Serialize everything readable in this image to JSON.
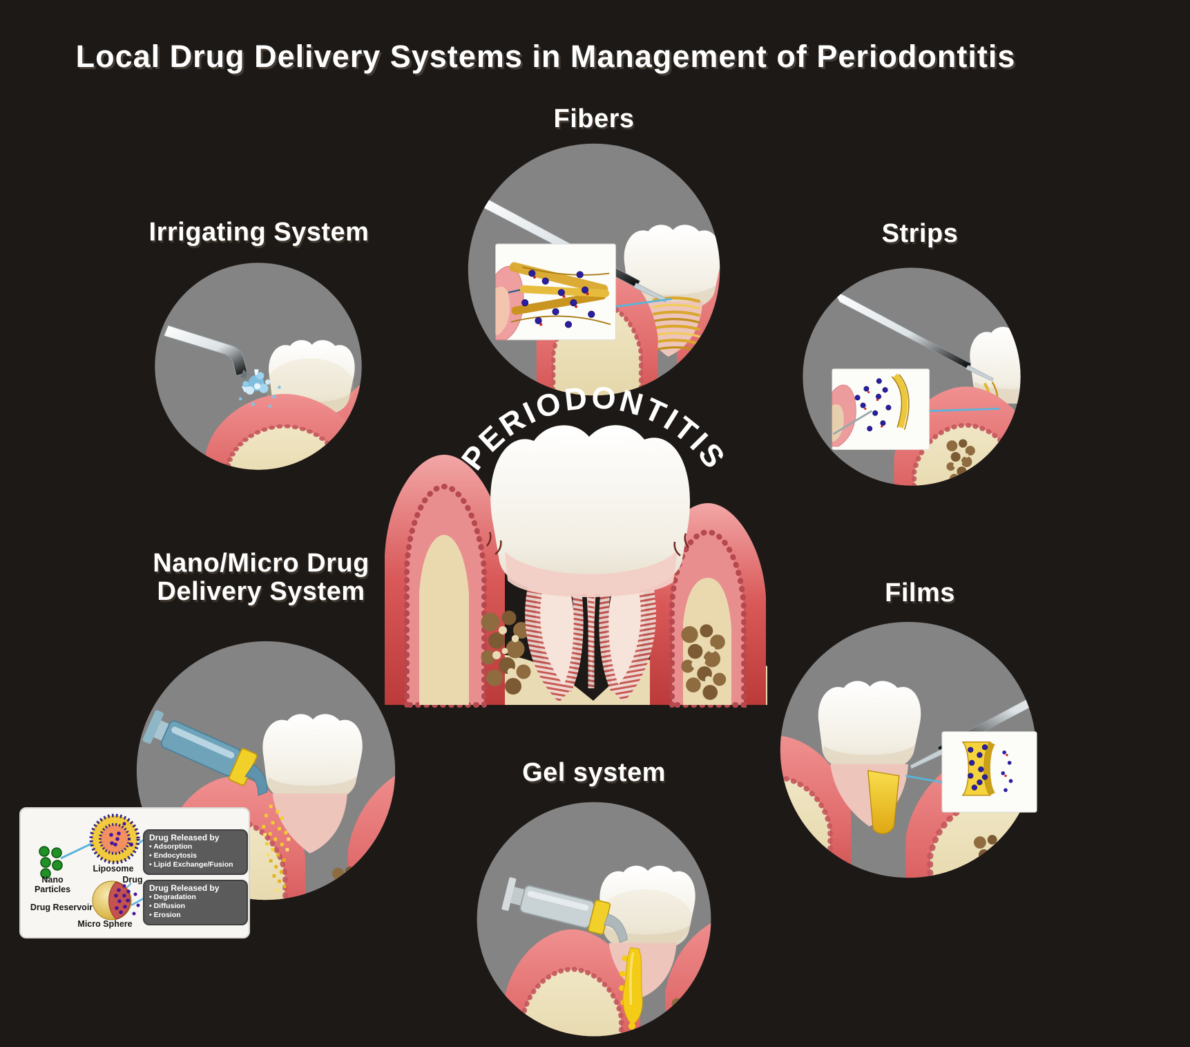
{
  "title": "Local Drug Delivery Systems in Management of Periodontitis",
  "center": {
    "label": "PERIODONTITIS"
  },
  "panels": {
    "fibers": {
      "label": "Fibers"
    },
    "irrigating": {
      "label": "Irrigating System"
    },
    "strips": {
      "label": "Strips"
    },
    "nano": {
      "label": "Nano/Micro Drug\nDelivery System"
    },
    "films": {
      "label": "Films"
    },
    "gel": {
      "label": "Gel system"
    }
  },
  "legend": {
    "nano_particles": "Nano\nParticles",
    "liposome": "Liposome",
    "drug": "Drug",
    "drug_reservoir": "Drug Reservoir",
    "micro_sphere": "Micro Sphere",
    "release_boxes": [
      {
        "title": "Drug Released by",
        "items": [
          "Adsorption",
          "Endocytosis",
          "Lipid Exchange/Fusion"
        ]
      },
      {
        "title": "Drug Released by",
        "items": [
          "Degradation",
          "Diffusion",
          "Erosion"
        ]
      }
    ]
  },
  "colors": {
    "background": "#1d1916",
    "panel_circle": "#848484",
    "gum_pink": "#e87878",
    "bone_tan": "#e9dcb4",
    "drug_dot_blue": "#2a1fa0",
    "fiber_yellow": "#d9a72b",
    "gel_yellow": "#f2cf1e",
    "connector_blue": "#58b6dc",
    "text": "#ffffff"
  }
}
